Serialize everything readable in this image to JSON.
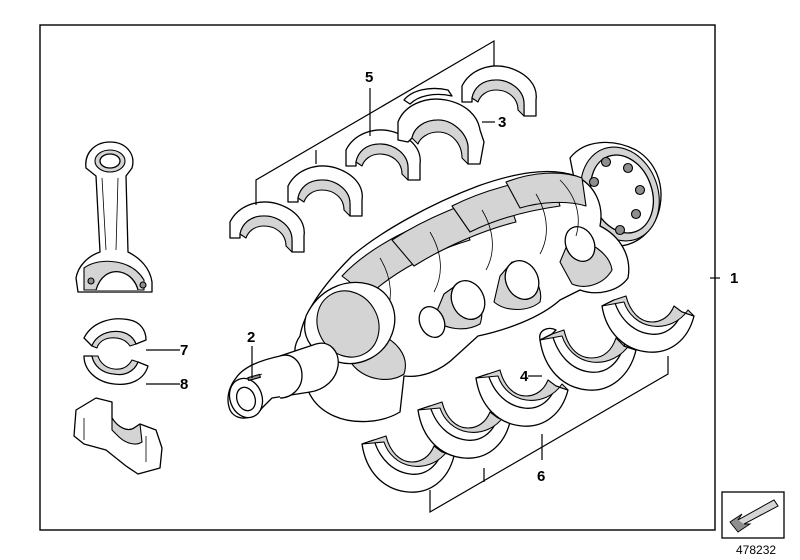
{
  "diagram": {
    "callouts": {
      "c1": "1",
      "c2": "2",
      "c3": "3",
      "c4": "4",
      "c5": "5",
      "c6": "6",
      "c7": "7",
      "c8": "8"
    },
    "reference_number": "478232"
  }
}
